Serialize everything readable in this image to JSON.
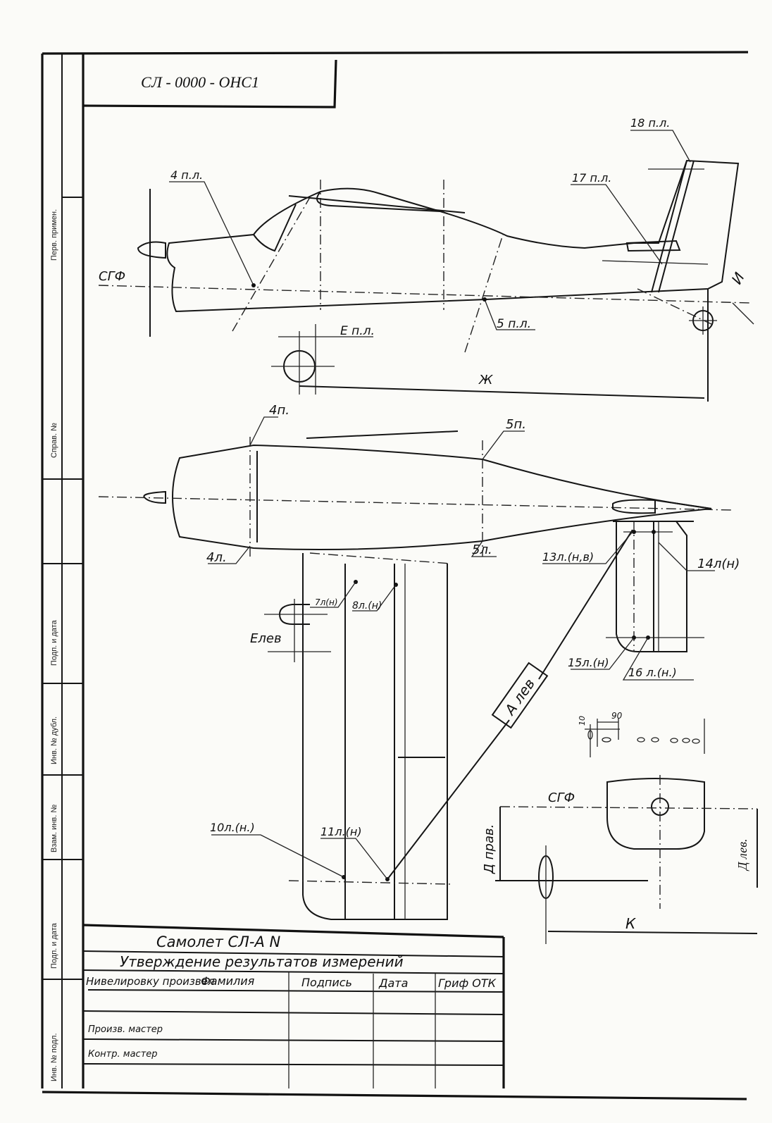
{
  "drawing_number": "СЛ - 0000 - ОНС1",
  "side_stamps": [
    "Перв. примен.",
    "Справ. №",
    "Подп. и дата",
    "Инв. № дубл.",
    "Взам. инв. №",
    "Подп. и дата",
    "Инв. № подл."
  ],
  "side_view": {
    "labels": {
      "p18": "18 п.л.",
      "p17": "17 п.л.",
      "p4": "4 п.л.",
      "sgf": "СГФ",
      "p5": "5 п.л.",
      "e_right": "Е п.л.",
      "i": "И",
      "zh": "Ж"
    }
  },
  "plan_view": {
    "labels": {
      "p4_top": "4п.",
      "p5_top": "5п.",
      "l4": "4л.",
      "l5": "5л.",
      "l13": "13л.(н,в)",
      "l14": "14л(н)",
      "l7": "7л(н)",
      "l8": "8л.(н)",
      "e_left": "Елев",
      "l15": "15л.(н)",
      "l16": "16 л.(н.)",
      "a_left": "А лев",
      "l10": "10л.(н.)",
      "l11": "11л.(н)"
    }
  },
  "detail": {
    "dim_10": "10",
    "dim_90": "90"
  },
  "front_view": {
    "sgf": "СГФ",
    "d_right": "Д прав.",
    "d_left": "Д лев.",
    "k": "К"
  },
  "title_block": {
    "title": "Самолет  СЛ-А  N",
    "subtitle": "Утверждение   результатов  измерений",
    "headers": [
      "Нивелировку произвел",
      "Фамилия",
      "Подпись",
      "Дата",
      "Гриф ОТК"
    ],
    "rows": [
      "Произв. мастер",
      "Контр. мастер"
    ]
  }
}
